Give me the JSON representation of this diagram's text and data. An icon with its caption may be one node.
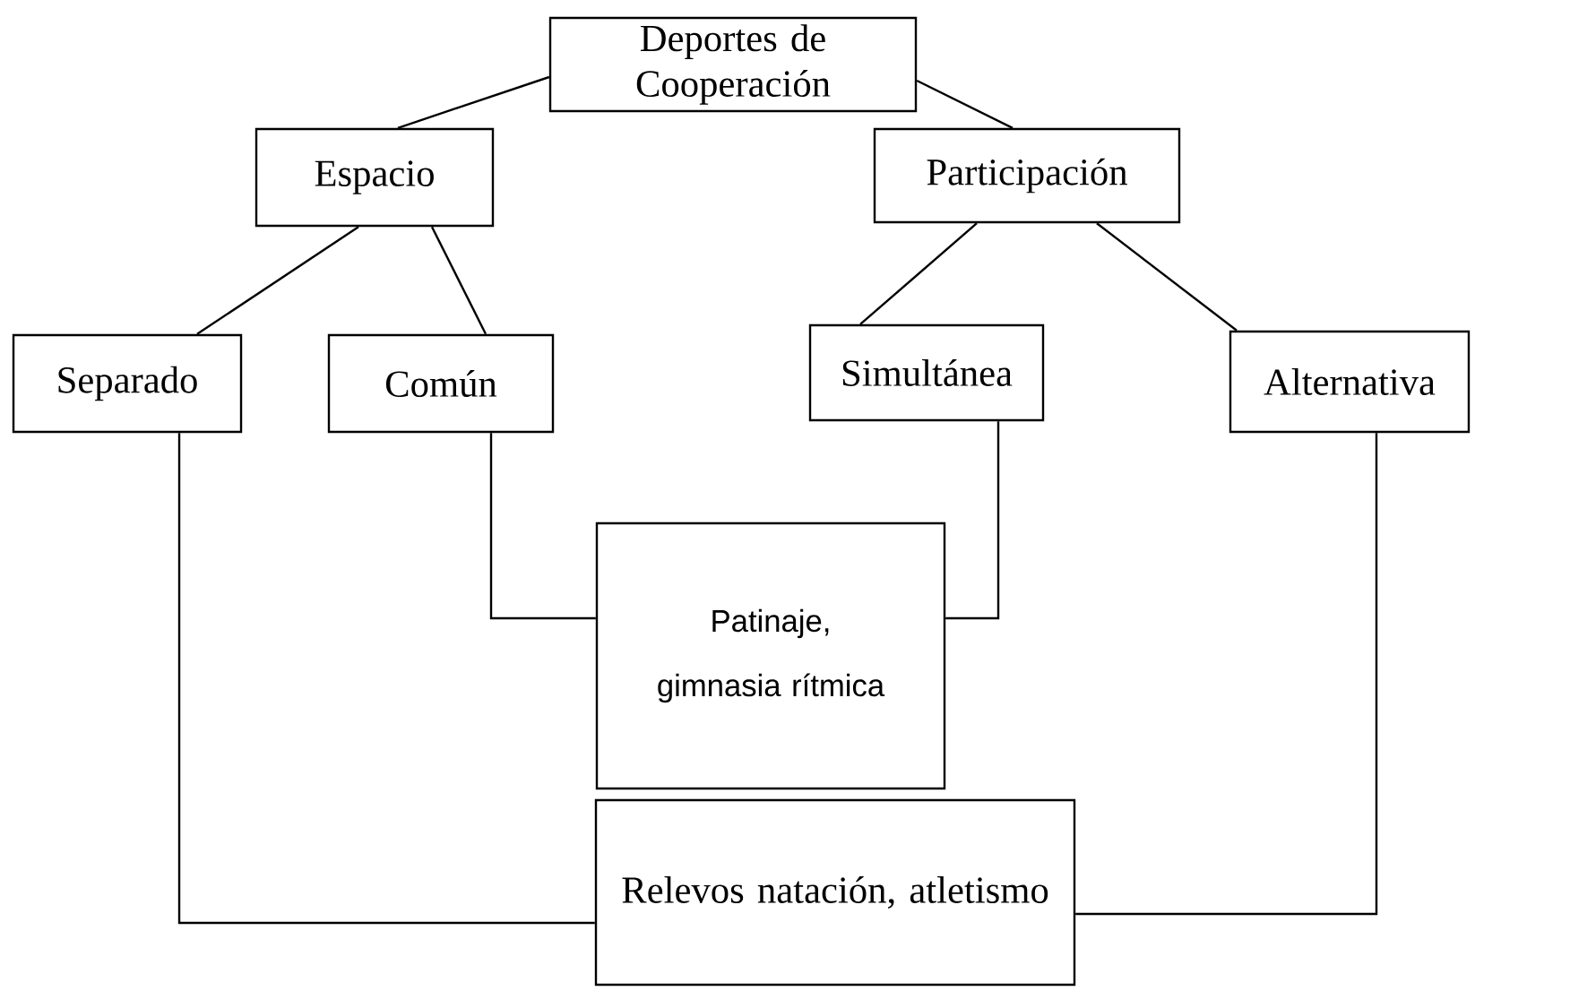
{
  "diagram": {
    "nodes": [
      {
        "text": [
          "Deportes de Cooperación"
        ]
      },
      {
        "text": [
          "Espacio"
        ]
      },
      {
        "text": [
          "Participación"
        ]
      },
      {
        "text": [
          "Separado"
        ]
      },
      {
        "text": [
          "Común"
        ]
      },
      {
        "text": [
          "Simultánea"
        ]
      },
      {
        "text": [
          "Alternativa"
        ]
      },
      {
        "text": [
          "Patinaje, gimnasia rítmica"
        ]
      },
      {
        "text": [
          "Relevos natación, atletismo"
        ]
      }
    ],
    "edges": [
      {
        "from": 0,
        "to": 1,
        "arrow": "none"
      },
      {
        "from": 0,
        "to": 2,
        "arrow": "none"
      },
      {
        "from": 1,
        "to": 3,
        "arrow": "none"
      },
      {
        "from": 1,
        "to": 4,
        "arrow": "none"
      },
      {
        "from": 2,
        "to": 5,
        "arrow": "none"
      },
      {
        "from": 2,
        "to": 6,
        "arrow": "none"
      },
      {
        "from": 4,
        "to": 7,
        "arrow": "none"
      },
      {
        "from": 5,
        "to": 7,
        "arrow": "none"
      },
      {
        "from": 3,
        "to": 8,
        "arrow": "none"
      },
      {
        "from": 6,
        "to": 8,
        "arrow": "none"
      }
    ]
  }
}
